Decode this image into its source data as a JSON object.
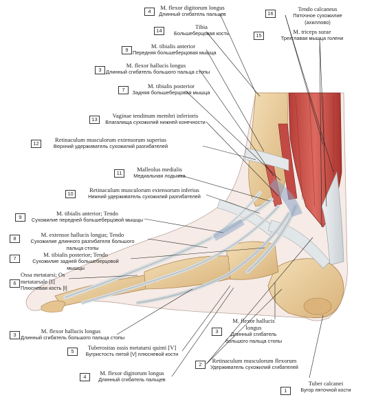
{
  "labels": [
    {
      "num": "4",
      "lat": "M. flexor digitorum longus",
      "ru": "Длинный сгибатель пальцев"
    },
    {
      "num": "14",
      "lat": "Tibia",
      "ru": "Большеберцовая кость"
    },
    {
      "num": "9",
      "lat": "M. tibialis anterior",
      "ru": "Передняя большеберцовая мышца"
    },
    {
      "num": "3",
      "lat": "M. flexor hallucis longus",
      "ru": "Длинный сгибатель большого пальца стопы"
    },
    {
      "num": "7",
      "lat": "M. tibialis posterior",
      "ru": "Задняя большеберцовая мышца"
    },
    {
      "num": "13",
      "lat": "Vaginae tendinum membri inferioris",
      "ru": "Влагалища сухожилий нижней конечности"
    },
    {
      "num": "12",
      "lat": "Retinaculum musculorum extensorum superius",
      "ru": "Верхний удерживатель сухожилий разгибателей"
    },
    {
      "num": "11",
      "lat": "Malleolus medialis",
      "ru": "Медиальная лодыжка"
    },
    {
      "num": "10",
      "lat": "Retinaculum musculorum extensorum inferius",
      "ru": "Нижний удерживатель сухожилий разгибателей"
    },
    {
      "num": "9",
      "lat": "M. tibialis anterior; Tendo",
      "ru": "Сухожилие передней большеберцовой мышцы"
    },
    {
      "num": "8",
      "lat": "M. extensor hallucis longus; Tendo",
      "ru": "Сухожилие длинного разгибателя большого пальца стопы"
    },
    {
      "num": "7",
      "lat": "M. tibialis posterior; Tendo",
      "ru": "Сухожилие задней большеберцовой мышцы"
    },
    {
      "num": "6",
      "lat": "Ossa metatarsi; Os metatarsale [I]",
      "ru": "Плюсневая кость [I]"
    },
    {
      "num": "16",
      "lat": "Tendo calcaneus",
      "ru": "Пяточное сухожилие (ахиллово)"
    },
    {
      "num": "15",
      "lat": "M. triceps surae",
      "ru": "Трехглавая мышца голени"
    },
    {
      "num": "3",
      "lat": "M. flexor hallucis longus",
      "ru": "Длинный сгибатель большого пальца стопы"
    },
    {
      "num": "3",
      "lat": "M. flexor hallucis longus",
      "ru": "Длинный сгибатель большого пальца стопы"
    },
    {
      "num": "5",
      "lat": "Tuberositas ossis metatarsi quinti [V]",
      "ru": "Бугристость пятой [V] плюсневой кости"
    },
    {
      "num": "2",
      "lat": "Retinaculum musculorum flexorum",
      "ru": "Удерживатель сухожилий сгибателей"
    },
    {
      "num": "4",
      "lat": "M. flexor digitorum longus",
      "ru": "Длинный сгибатель пальцев"
    },
    {
      "num": "1",
      "lat": "Tuber calcanei",
      "ru": "Бугор пяточной кости"
    }
  ],
  "colors": {
    "muscle": "#c9504a",
    "tendon": "#dfe3e6",
    "bone": "#e9cfa0",
    "line": "#222222"
  }
}
